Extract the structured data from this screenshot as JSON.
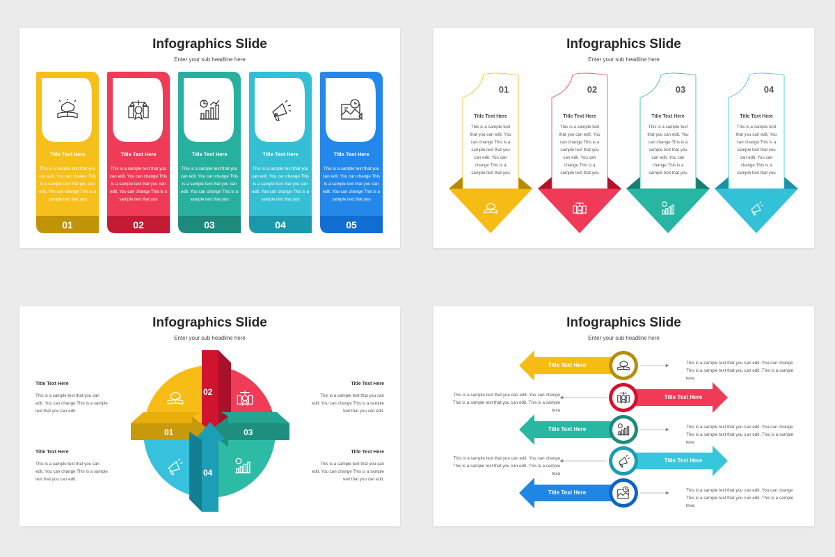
{
  "colors": {
    "yellow": "#f5b916",
    "red": "#ef3b57",
    "teal": "#23a99a",
    "cyan": "#2fbcd2",
    "blue": "#1f86e6",
    "dark_text": "#262626"
  },
  "slide1": {
    "title": "Infographics Slide",
    "subtitle": "Enter your sub headline here",
    "cards": [
      {
        "num": "01",
        "title": "Title Text Here",
        "body": "This is a sample text that you can edit. You can change This is a sample text that you can edit. You can change This is a sample text that you",
        "icon": "brain-book-icon"
      },
      {
        "num": "02",
        "title": "Title Text Here",
        "body": "This is a sample text that you can edit. You can change This is a sample text that you can edit. You can change This is a sample text that you",
        "icon": "scale-award-icon"
      },
      {
        "num": "03",
        "title": "Title Text Here",
        "body": "This is a sample text that you can edit. You can change This is a sample text that you can edit. You can change This is a sample text that you",
        "icon": "growth-chart-icon"
      },
      {
        "num": "04",
        "title": "Title Text Here",
        "body": "This is a sample text that you can edit. You can change This is a sample text that you can edit. You can change This is a sample text that you",
        "icon": "megaphone-icon"
      },
      {
        "num": "05",
        "title": "Title Text Here",
        "body": "This is a sample text that you can edit. You can change This is a sample text that you can edit. You can change This is a sample text that you",
        "icon": "calendar-map-icon"
      }
    ]
  },
  "slide2": {
    "title": "Infographics Slide",
    "subtitle": "Enter your sub headline here",
    "cards": [
      {
        "num": "01",
        "title": "Title Text Here",
        "body": "This is a sample text that you can edit. You can change This is a sample text that you can edit. You can change This is a sample text that you",
        "icon": "brain-book-icon"
      },
      {
        "num": "02",
        "title": "Title Text Here",
        "body": "This is a sample text that you can edit. You can change This is a sample text that you can edit. You can change This is a sample text that you",
        "icon": "scale-award-icon"
      },
      {
        "num": "03",
        "title": "Title Text Here",
        "body": "This is a sample text that you can edit. You can change This is a sample text that you can edit. You can change This is a sample text that you",
        "icon": "growth-chart-icon"
      },
      {
        "num": "04",
        "title": "Title Text Here",
        "body": "This is a sample text that you can edit. You can change This is a sample text that you can edit. You can change This is a sample text that you",
        "icon": "megaphone-icon"
      }
    ]
  },
  "slide3": {
    "title": "Infographics Slide",
    "subtitle": "Enter your sub headline here",
    "quadrants": [
      {
        "num": "01",
        "icon": "brain-book-icon"
      },
      {
        "num": "02",
        "icon": "scale-award-icon"
      },
      {
        "num": "03",
        "icon": "growth-chart-icon"
      },
      {
        "num": "04",
        "icon": "megaphone-icon"
      }
    ],
    "texts": [
      {
        "title": "Title Text Here",
        "body": "This is a sample text that you can edit. You can change This is a sample text that you can edit."
      },
      {
        "title": "Title Text Here",
        "body": "This is a sample text that you can edit. You can change This is a sample text that you can edit."
      },
      {
        "title": "Title Text Here",
        "body": "This is a sample text that you can edit. You can change This is a sample text that you can edit."
      },
      {
        "title": "Title Text Here",
        "body": "This is a sample text that you can edit. You can change This is a sample text that you can edit."
      }
    ]
  },
  "slide4": {
    "title": "Infographics Slide",
    "subtitle": "Enter your sub headline here",
    "rows": [
      {
        "label": "Title Text Here",
        "body": "This is a sample text that you can edit. You can change This is a sample text that you can edit. This is a sample texa",
        "icon": "brain-book-icon"
      },
      {
        "label": "Title Text Here",
        "body": "This is a sample text that you can edit. You can change This is a sample text that you can edit. This is a sample texa",
        "icon": "scale-award-icon"
      },
      {
        "label": "Title Text Here",
        "body": "This is a sample text that you can edit. You can change This is a sample text that you can edit. This is a sample texa",
        "icon": "growth-chart-icon"
      },
      {
        "label": "Title Text Here",
        "body": "This is a sample text that you can edit. You can change This is a sample text that you can edit. This is a sample texa",
        "icon": "megaphone-icon"
      },
      {
        "label": "Title Text Here",
        "body": "This is a sample text that you can edit. You can change This is a sample text that you can edit. This is a sample texa",
        "icon": "calendar-map-icon"
      }
    ]
  }
}
